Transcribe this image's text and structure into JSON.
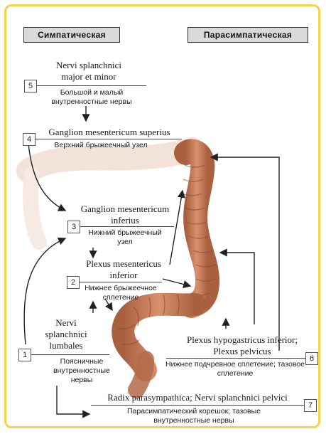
{
  "headers": {
    "sympathetic": "Симпатическая",
    "parasympathetic": "Парасимпатическая"
  },
  "labels": [
    {
      "num": "5",
      "latin": "Nervi splanchnici major et minor",
      "russian": "Большой и малый внутренностные нервы"
    },
    {
      "num": "4",
      "latin": "Ganglion mesentericum superius",
      "russian": "Верхний брыжеечный узел"
    },
    {
      "num": "3",
      "latin": "Ganglion mesentericum inferius",
      "russian": "Нижний брыжеечный узел"
    },
    {
      "num": "2",
      "latin": "Plexus mesentericus inferior",
      "russian": "Нижнее брыжеечное сплетение"
    },
    {
      "num": "1",
      "latin": "Nervi splanchnici lumbales",
      "russian": "Поясничные внутренностные нервы"
    },
    {
      "num": "6",
      "latin": "Plexus hypogastricus inferior; Plexus pelvicus",
      "russian": "Нижнее подчревное сплетение; тазовое сплетение"
    },
    {
      "num": "7",
      "latin": "Radix parasympathica; Nervi splanchnici pelvici",
      "russian": "Парасимпатический корешок; тазовые внутренностные нервы"
    }
  ],
  "colors": {
    "frame": "#f4d44b",
    "colon": "#c97f5c",
    "colon_dark": "#9e5a3e",
    "colon_faded": "#ecd6c7"
  }
}
